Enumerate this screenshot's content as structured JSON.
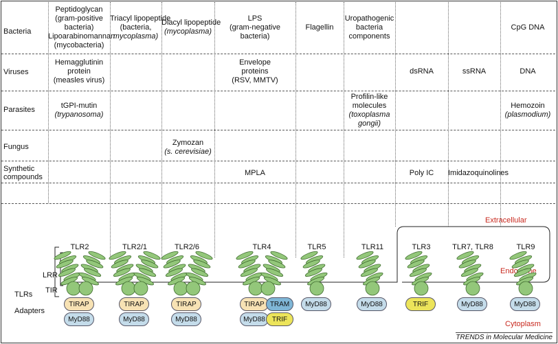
{
  "rows": [
    {
      "label": "Bacteria"
    },
    {
      "label": "Viruses"
    },
    {
      "label": "Parasites"
    },
    {
      "label": "Fungus"
    },
    {
      "label": "Synthetic compounds"
    }
  ],
  "columns": [
    {
      "tlr": "TLR2",
      "receptor": "double",
      "bacteria": [
        {
          "t": "Peptidoglycan"
        },
        {
          "t": "(gram-positive"
        },
        {
          "t": "bacteria)"
        },
        {
          "t": "Lipoarabinomannan"
        },
        {
          "t": "(mycobacteria)"
        }
      ],
      "viruses": [
        {
          "t": "Hemagglutinin"
        },
        {
          "t": "protein"
        },
        {
          "t": "(measles virus)"
        }
      ],
      "parasites": [
        {
          "t": "tGPI-mutin"
        },
        {
          "t": "(trypanosoma)",
          "i": true
        }
      ],
      "fungus": [],
      "synthetic": [],
      "adapters": [
        {
          "label": "TIRAP",
          "color": "#f7e2b4"
        },
        {
          "label": "MyD88",
          "color": "#c4dcea"
        }
      ]
    },
    {
      "tlr": "TLR2/1",
      "receptor": "double",
      "bacteria": [
        {
          "t": "Triacyl lipopeptide"
        },
        {
          "t": "(bacteria,"
        },
        {
          "t": "mycoplasma)",
          "i": true
        }
      ],
      "viruses": [],
      "parasites": [],
      "fungus": [],
      "synthetic": [],
      "adapters": [
        {
          "label": "TIRAP",
          "color": "#f7e2b4"
        },
        {
          "label": "MyD88",
          "color": "#c4dcea"
        }
      ]
    },
    {
      "tlr": "TLR2/6",
      "receptor": "double",
      "bacteria": [
        {
          "t": "Diacyl lipopeptide"
        },
        {
          "t": "(mycoplasma)",
          "i": true
        }
      ],
      "viruses": [],
      "parasites": [],
      "fungus": [
        {
          "t": "Zymozan"
        },
        {
          "t": "(s. cerevisiae)",
          "i": true
        }
      ],
      "synthetic": [],
      "adapters": [
        {
          "label": "TIRAP",
          "color": "#f7e2b4"
        },
        {
          "label": "MyD88",
          "color": "#c4dcea"
        }
      ]
    },
    {
      "tlr": "TLR4",
      "receptor": "double",
      "bacteria": [
        {
          "t": "LPS"
        },
        {
          "t": "(gram-negative"
        },
        {
          "t": "bacteria)"
        }
      ],
      "viruses": [
        {
          "t": "Envelope"
        },
        {
          "t": "proteins"
        },
        {
          "t": "(RSV, MMTV)"
        }
      ],
      "parasites": [],
      "fungus": [],
      "synthetic": [
        {
          "t": "MPLA"
        }
      ],
      "adapters": [
        {
          "label": "TIRAP",
          "color": "#f7e2b4"
        },
        {
          "label": "TRAM",
          "color": "#7fb6d6"
        },
        {
          "label": "MyD88",
          "color": "#c4dcea"
        },
        {
          "label": "TRIF",
          "color": "#ece45a"
        }
      ]
    },
    {
      "tlr": "TLR5",
      "receptor": "single",
      "bacteria": [
        {
          "t": "Flagellin"
        }
      ],
      "viruses": [],
      "parasites": [],
      "fungus": [],
      "synthetic": [],
      "adapters": [
        {
          "label": "MyD88",
          "color": "#c4dcea"
        }
      ]
    },
    {
      "tlr": "TLR11",
      "receptor": "single",
      "bacteria": [
        {
          "t": "Uropathogenic"
        },
        {
          "t": "bacteria"
        },
        {
          "t": "components"
        }
      ],
      "viruses": [],
      "parasites": [
        {
          "t": "Profilin-like"
        },
        {
          "t": "molecules"
        },
        {
          "t": "(toxoplasma",
          "i": true
        },
        {
          "t": "gongii)",
          "i": true
        }
      ],
      "fungus": [],
      "synthetic": [],
      "adapters": [
        {
          "label": "MyD88",
          "color": "#c4dcea"
        }
      ]
    },
    {
      "tlr": "TLR3",
      "receptor": "single",
      "bacteria": [],
      "viruses": [
        {
          "t": "dsRNA"
        }
      ],
      "parasites": [],
      "fungus": [],
      "synthetic": [
        {
          "t": "Poly IC"
        }
      ],
      "adapters": [
        {
          "label": "TRIF",
          "color": "#ece45a"
        }
      ]
    },
    {
      "tlr": "TLR7, TLR8",
      "receptor": "single",
      "bacteria": [],
      "viruses": [
        {
          "t": "ssRNA"
        }
      ],
      "parasites": [],
      "fungus": [],
      "synthetic": [
        {
          "t": "Imidazoquinolines"
        }
      ],
      "adapters": [
        {
          "label": "MyD88",
          "color": "#c4dcea"
        }
      ]
    },
    {
      "tlr": "TLR9",
      "receptor": "single",
      "bacteria": [
        {
          "t": "CpG DNA"
        }
      ],
      "viruses": [
        {
          "t": "DNA"
        }
      ],
      "parasites": [
        {
          "t": "Hemozoin"
        },
        {
          "t": "(plasmodium)",
          "i": true
        }
      ],
      "fungus": [],
      "synthetic": [],
      "adapters": [
        {
          "label": "MyD88",
          "color": "#c4dcea"
        }
      ]
    }
  ],
  "labels": {
    "tlrs": "TLRs",
    "lrr": "LRR",
    "tir": "TIR",
    "adapters": "Adapters",
    "extracellular": "Extracellular",
    "endosome": "Endosome",
    "cytoplasm": "Cytoplasm",
    "footer": "TRENDS in Molecular Medicine"
  },
  "colors": {
    "receptor_fill": "#93c77a",
    "receptor_stroke": "#3f6b2e",
    "compartment_red": "#c8281e"
  }
}
